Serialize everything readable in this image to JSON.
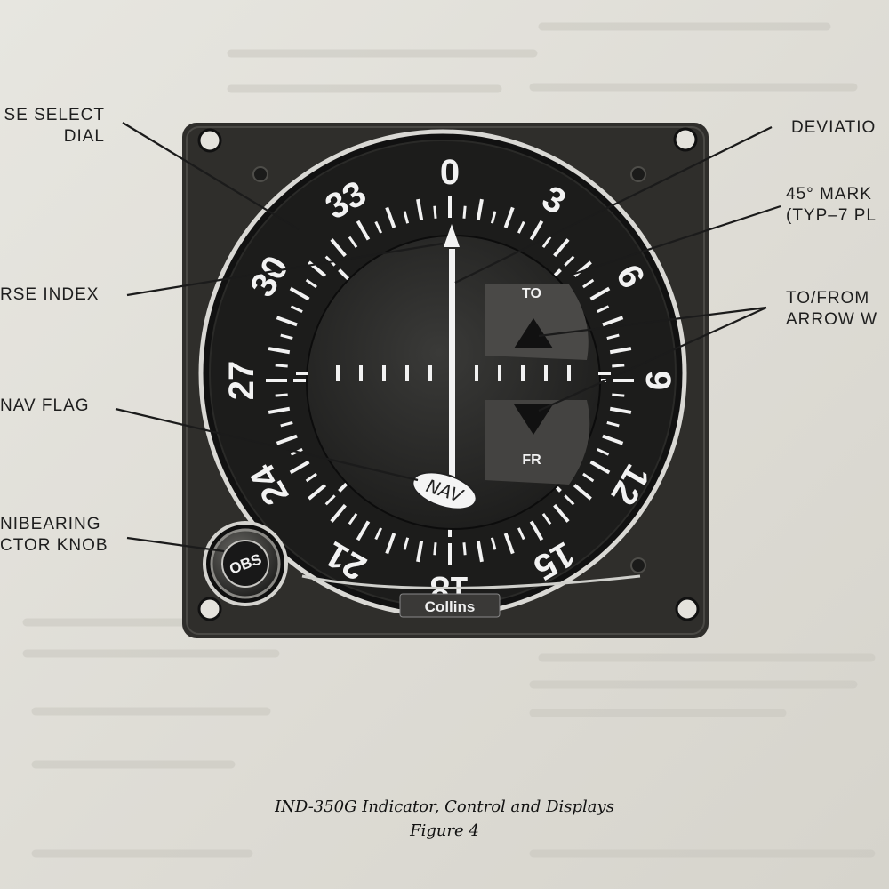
{
  "callouts": {
    "course_select": [
      "SE SELECT",
      "DIAL"
    ],
    "course_index": "RSE INDEX",
    "nav_flag": "NAV FLAG",
    "omnibearing": [
      "NIBEARING",
      "CTOR KNOB"
    ],
    "deviation": "DEVIATIO",
    "marks_45": [
      "45° MARK",
      "(TYP–7 PL"
    ],
    "to_from": [
      "TO/FROM",
      "ARROW W"
    ]
  },
  "dial": {
    "headings": [
      "0",
      "3",
      "6",
      "9",
      "12",
      "15",
      "18",
      "21",
      "24",
      "27",
      "30",
      "33"
    ],
    "to_label": "TO",
    "from_label": "FR",
    "nav_flag": "NAV",
    "knob_label": "OBS",
    "brand": "Collins"
  },
  "caption": {
    "title": "IND-350G Indicator, Control and Displays",
    "figure": "Figure 4"
  },
  "colors": {
    "page": "#e2e0d9",
    "bezel": "#2f2e2b",
    "dial": "#161616",
    "markings": "#f2f2f2"
  }
}
